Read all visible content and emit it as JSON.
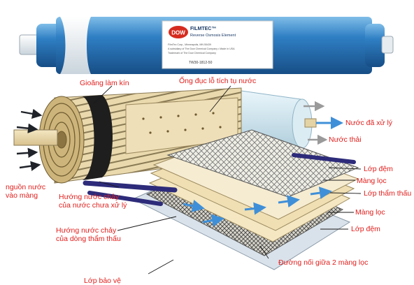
{
  "membrane_tube": {
    "brand_logo": "DOW",
    "product_name": "FILMTEC™",
    "product_subtitle": "Reverse Osmosis Element",
    "fine_print": [
      "FilmTec Corp., Minneapolis, MN 55439",
      "A subsidiary of The Dow Chemical Company • Made in USA",
      "Trademark of The Dow Chemical Company"
    ],
    "model": "TW30-1812-50"
  },
  "labels": {
    "seal_gasket": "Gioăng làm kín",
    "collection_tube": "Ống đục lỗ tích tụ nước",
    "clean_water_out": "Nước đã xử lý",
    "waste_water": "Nước thải",
    "spacer_top": "Lớp đệm",
    "membrane_top": "Màng lọc",
    "permeate_layer": "Lớp thẩm thấu",
    "membrane_bottom": "Màng lọc",
    "spacer_bottom": "Lớp đệm",
    "seam": "Đường nối giữa 2 màng lọc",
    "protective_layer": "Lớp bảo vệ",
    "feed_inlet_line1": "nguồn nước",
    "feed_inlet_line2": "vào màng",
    "raw_flow_line1": "Hướng nước chảy",
    "raw_flow_line2": "của nước chưa xử lý",
    "permeate_flow_line1": "Hướng nước chảy",
    "permeate_flow_line2": "của dòng thẩm thấu"
  },
  "colors": {
    "label_text": "#e0201e",
    "tube_blue": "#2f7fc4",
    "flow_arrow_blue": "#3f8fd8",
    "inlet_arrow": "#1f2329"
  }
}
